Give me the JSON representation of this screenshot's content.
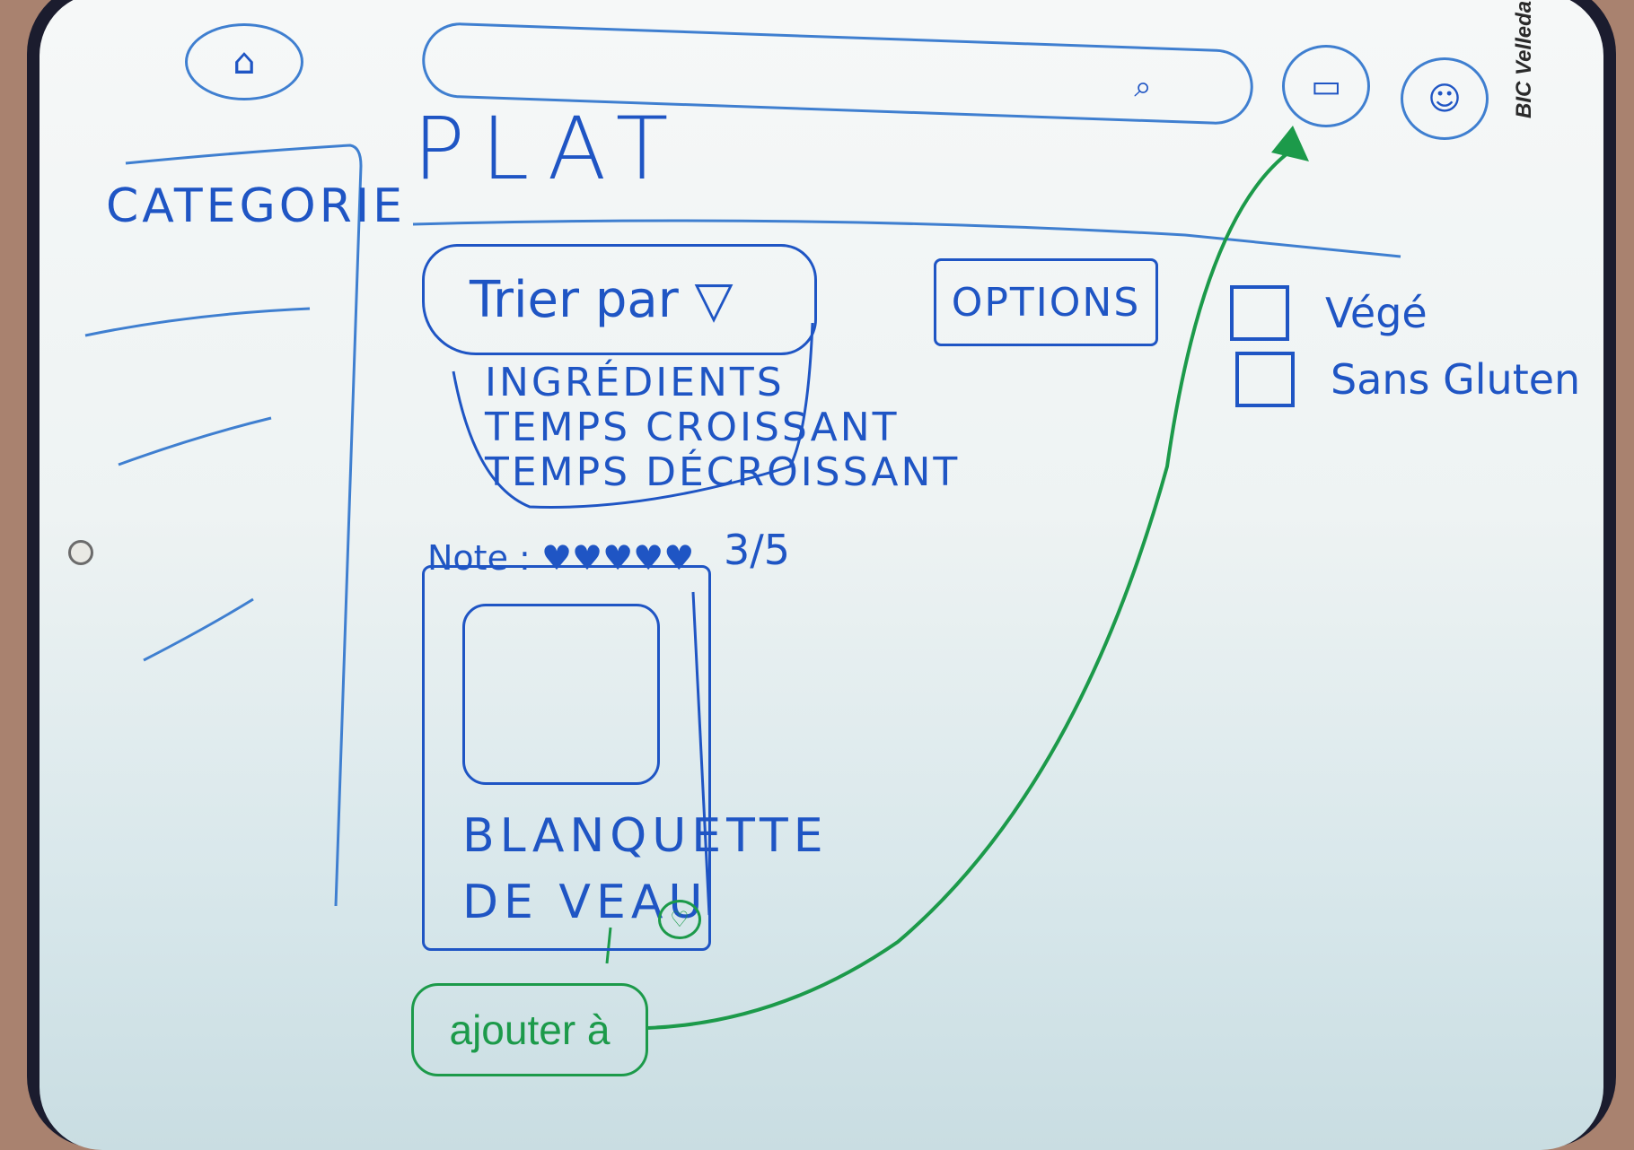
{
  "header": {
    "logo_icon": "logo-icon",
    "search_icon": "search-icon",
    "cart_icon": "cart-icon",
    "user_icon": "user-icon"
  },
  "sidebar": {
    "title": "CATEGORIE"
  },
  "main": {
    "title": "PLAT",
    "sort": {
      "label": "Trier par ▽",
      "options": [
        "INGRÉDIENTS",
        "TEMPS CROISSANT",
        "TEMPS DÉCROISSANT"
      ]
    },
    "options_button": "OPTIONS",
    "filters": [
      {
        "label": "Végé"
      },
      {
        "label": "Sans Gluten"
      }
    ],
    "card": {
      "rating_label": "Note :",
      "rating_score": "3/5",
      "title_line1": "BLANQUETTE",
      "title_line2": "DE VEAU",
      "favorite_icon": "heart-icon"
    },
    "add_button": "ajouter à"
  },
  "board": {
    "brand": "BIC Velleda"
  },
  "colors": {
    "ink_blue": "#1f55c4",
    "ink_green": "#1c9a4a"
  }
}
